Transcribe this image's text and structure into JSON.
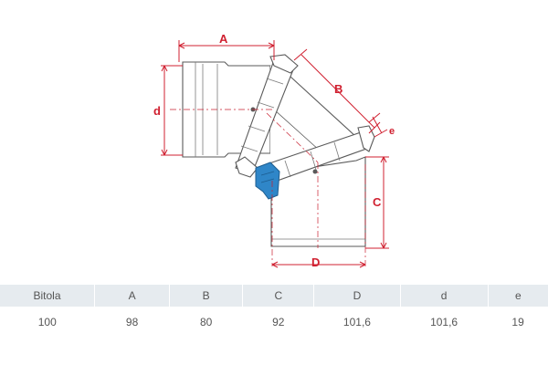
{
  "labels": {
    "A": "A",
    "B": "B",
    "C": "C",
    "D": "D",
    "d": "d",
    "e": "e"
  },
  "table": {
    "headers": [
      "Bitola",
      "A",
      "B",
      "C",
      "D",
      "d",
      "e"
    ],
    "rows": [
      [
        "100",
        "98",
        "80",
        "92",
        "101,6",
        "101,6",
        "19"
      ]
    ]
  },
  "colors": {
    "dimension": "#d02030",
    "outline": "#5a5a5a",
    "seal": "#2f86c8",
    "table_header_bg": "#e6ebef"
  }
}
